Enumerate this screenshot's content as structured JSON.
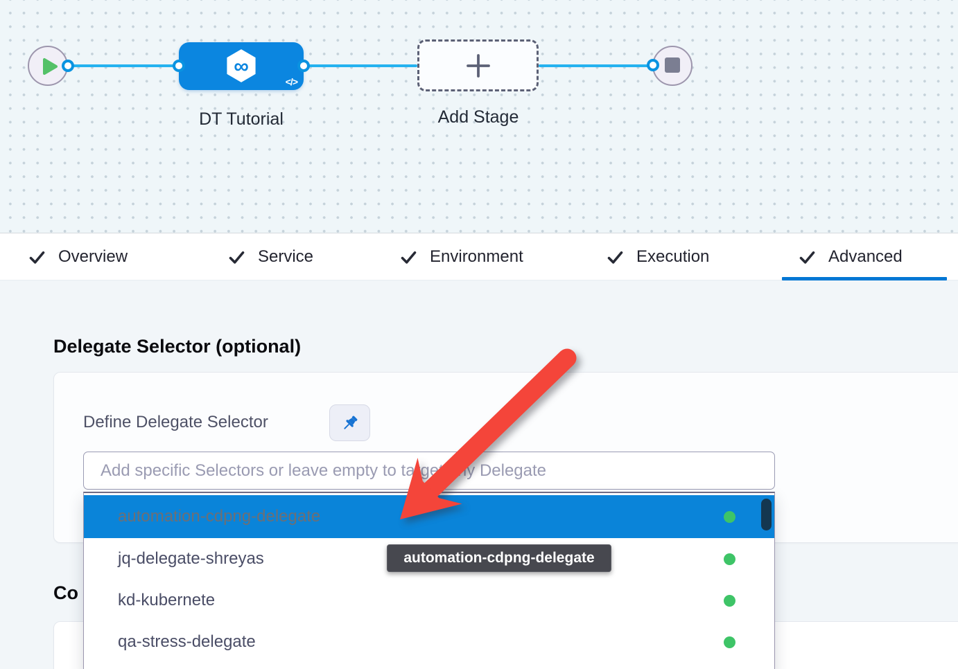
{
  "pipeline": {
    "stage_label": "DT Tutorial",
    "add_stage_label": "Add Stage",
    "stage_code_icon": "</>",
    "stage_icon_glyph": "∞"
  },
  "tabs": {
    "items": [
      {
        "label": "Overview",
        "active": false
      },
      {
        "label": "Service",
        "active": false
      },
      {
        "label": "Environment",
        "active": false
      },
      {
        "label": "Execution",
        "active": false
      },
      {
        "label": "Advanced",
        "active": true
      }
    ]
  },
  "panel": {
    "heading": "Delegate Selector (optional)",
    "define_label": "Define Delegate Selector",
    "input_placeholder": "Add specific Selectors or leave empty to target any Delegate",
    "input_value": "",
    "partial_heading": "Co",
    "tooltip": "automation-cdpng-delegate",
    "dropdown_items": [
      {
        "label": "automation-cdpng-delegate",
        "selected": true,
        "status": "connected"
      },
      {
        "label": "jq-delegate-shreyas",
        "selected": false,
        "status": "connected"
      },
      {
        "label": "kd-kubernete",
        "selected": false,
        "status": "connected"
      },
      {
        "label": "qa-stress-delegate",
        "selected": false,
        "status": "connected"
      }
    ]
  },
  "colors": {
    "accent_blue": "#0277d4",
    "node_blue": "#0b86e0",
    "connector_blue": "#25b2ef",
    "selected_row_blue": "#0a84d9",
    "status_green": "#3ec467",
    "arrow_red": "#f4453a",
    "tooltip_bg": "#47484f"
  }
}
